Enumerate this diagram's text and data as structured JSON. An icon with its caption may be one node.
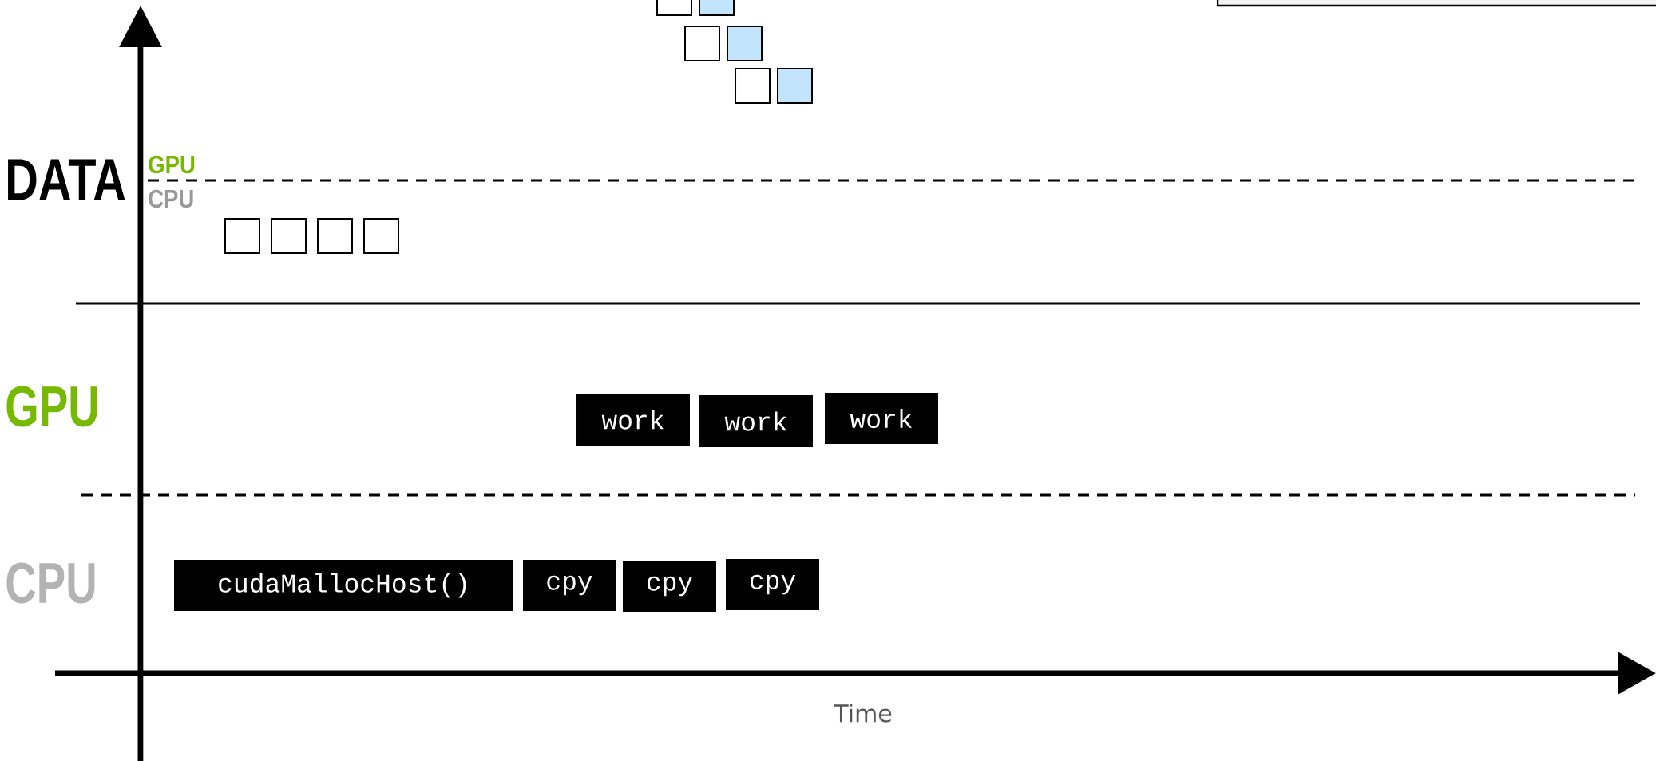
{
  "diagram": {
    "nodes": [
      {
        "text": [
          "cudaMallocHost()"
        ]
      },
      {
        "text": [
          "cpy"
        ]
      },
      {
        "text": [
          "cpy"
        ]
      },
      {
        "text": [
          "cpy"
        ]
      },
      {
        "text": [
          "work"
        ]
      },
      {
        "text": [
          "work"
        ]
      },
      {
        "text": [
          "work"
        ]
      }
    ],
    "labels": [
      "DATA",
      "GPU",
      "CPU",
      "GPU",
      "CPU",
      "Time"
    ]
  }
}
